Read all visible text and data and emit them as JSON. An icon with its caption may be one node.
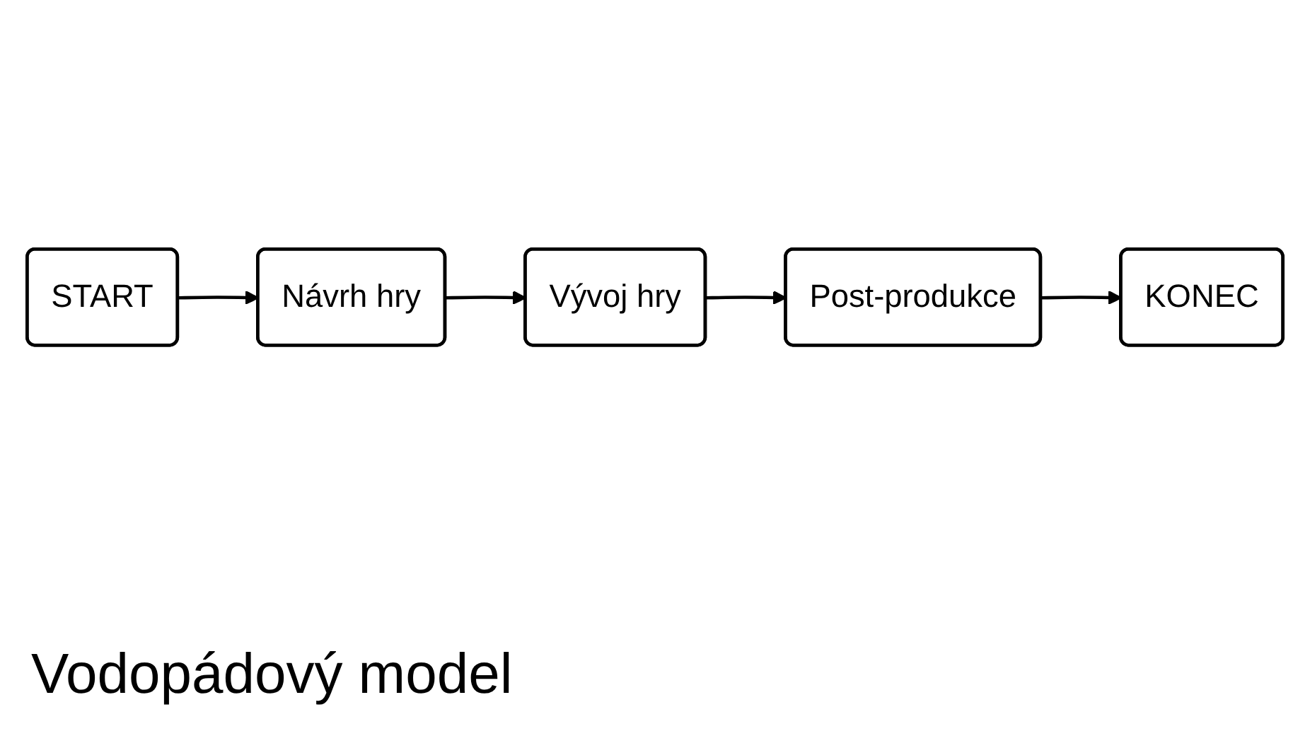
{
  "diagram": {
    "title": "Vodopádový model",
    "nodes": [
      {
        "text": [
          "START"
        ]
      },
      {
        "text": [
          "Návrh hry"
        ]
      },
      {
        "text": [
          "Vývoj hry"
        ]
      },
      {
        "text": [
          "Post-produkce"
        ]
      },
      {
        "text": [
          "KONEC"
        ]
      }
    ],
    "edges": [
      {
        "from": 0,
        "to": 1,
        "arrow": "to"
      },
      {
        "from": 1,
        "to": 2,
        "arrow": "to"
      },
      {
        "from": 2,
        "to": 3,
        "arrow": "to"
      },
      {
        "from": 3,
        "to": 4,
        "arrow": "to"
      }
    ]
  }
}
